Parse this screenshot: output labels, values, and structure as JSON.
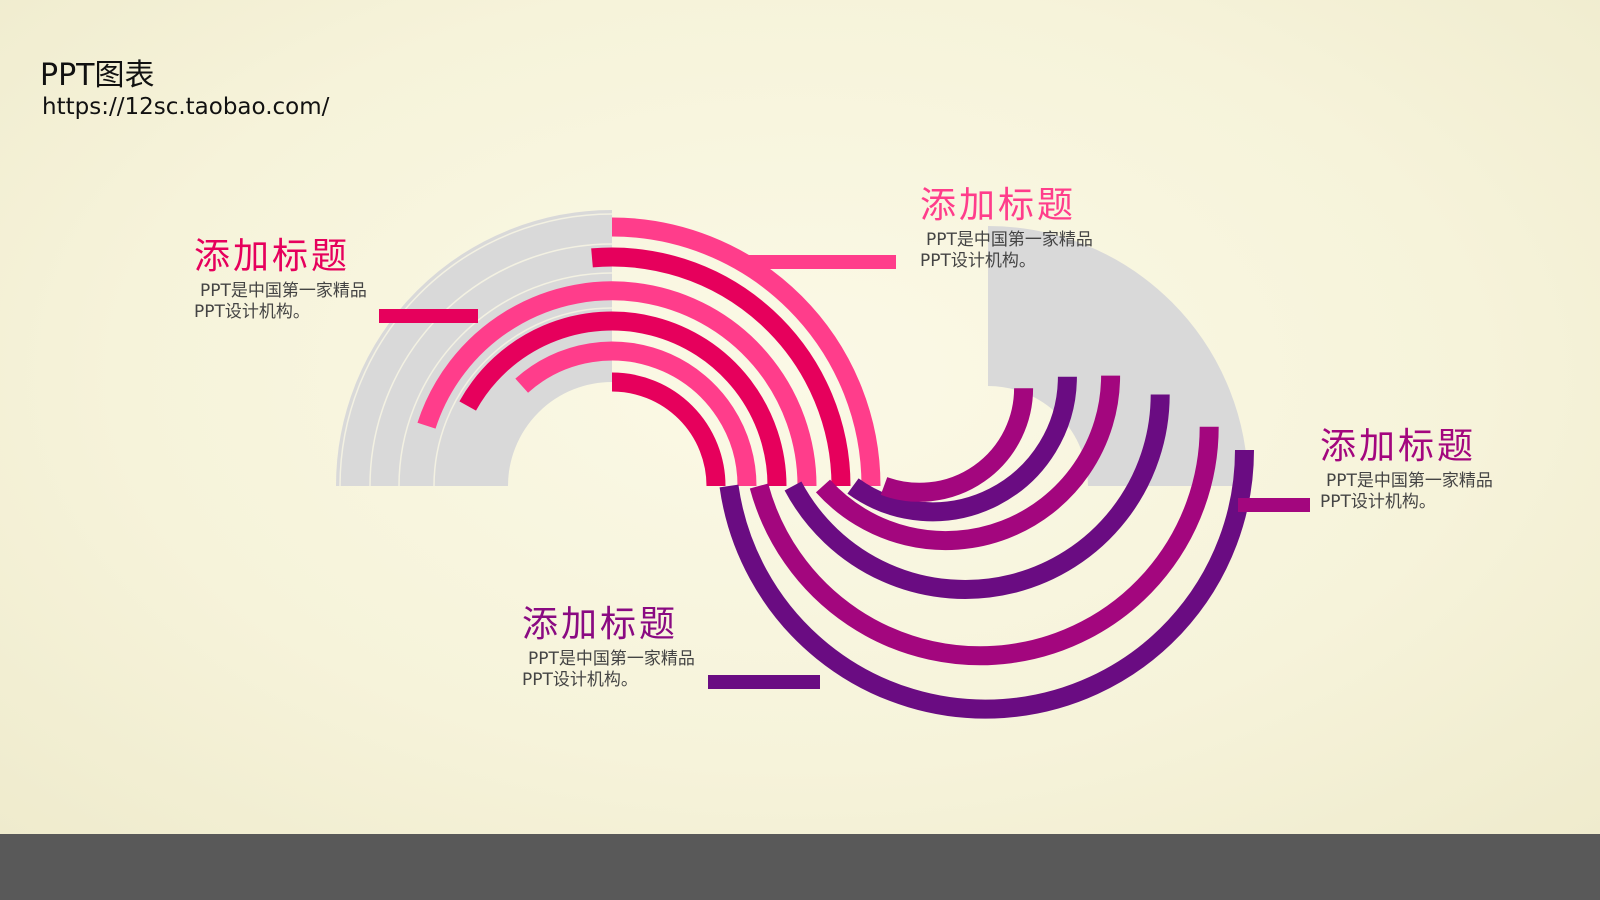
{
  "header": {
    "title": "PPT图表",
    "url": "https://12sc.taobao.com/"
  },
  "colors": {
    "background": "#f6f3da",
    "bar": "#595959",
    "track": "#d9d9d9",
    "pink_light": "#ff3d8b",
    "pink_dark": "#e6005c",
    "purple_light": "#a3067e",
    "purple_dark": "#6a0c82"
  },
  "items": [
    {
      "title": "添加标题",
      "desc": "PPT是中国第一家精品PPT设计机构。",
      "color": "#e6005c"
    },
    {
      "title": "添加标题",
      "desc": "PPT是中国第一家精品PPT设计机构。",
      "color": "#ff3d8b"
    },
    {
      "title": "添加标题",
      "desc": "PPT是中国第一家精品PPT设计机构。",
      "color": "#8a0a82"
    },
    {
      "title": "添加标题",
      "desc": "PPT是中国第一家精品PPT设计机构。",
      "color": "#a3067e"
    }
  ]
}
